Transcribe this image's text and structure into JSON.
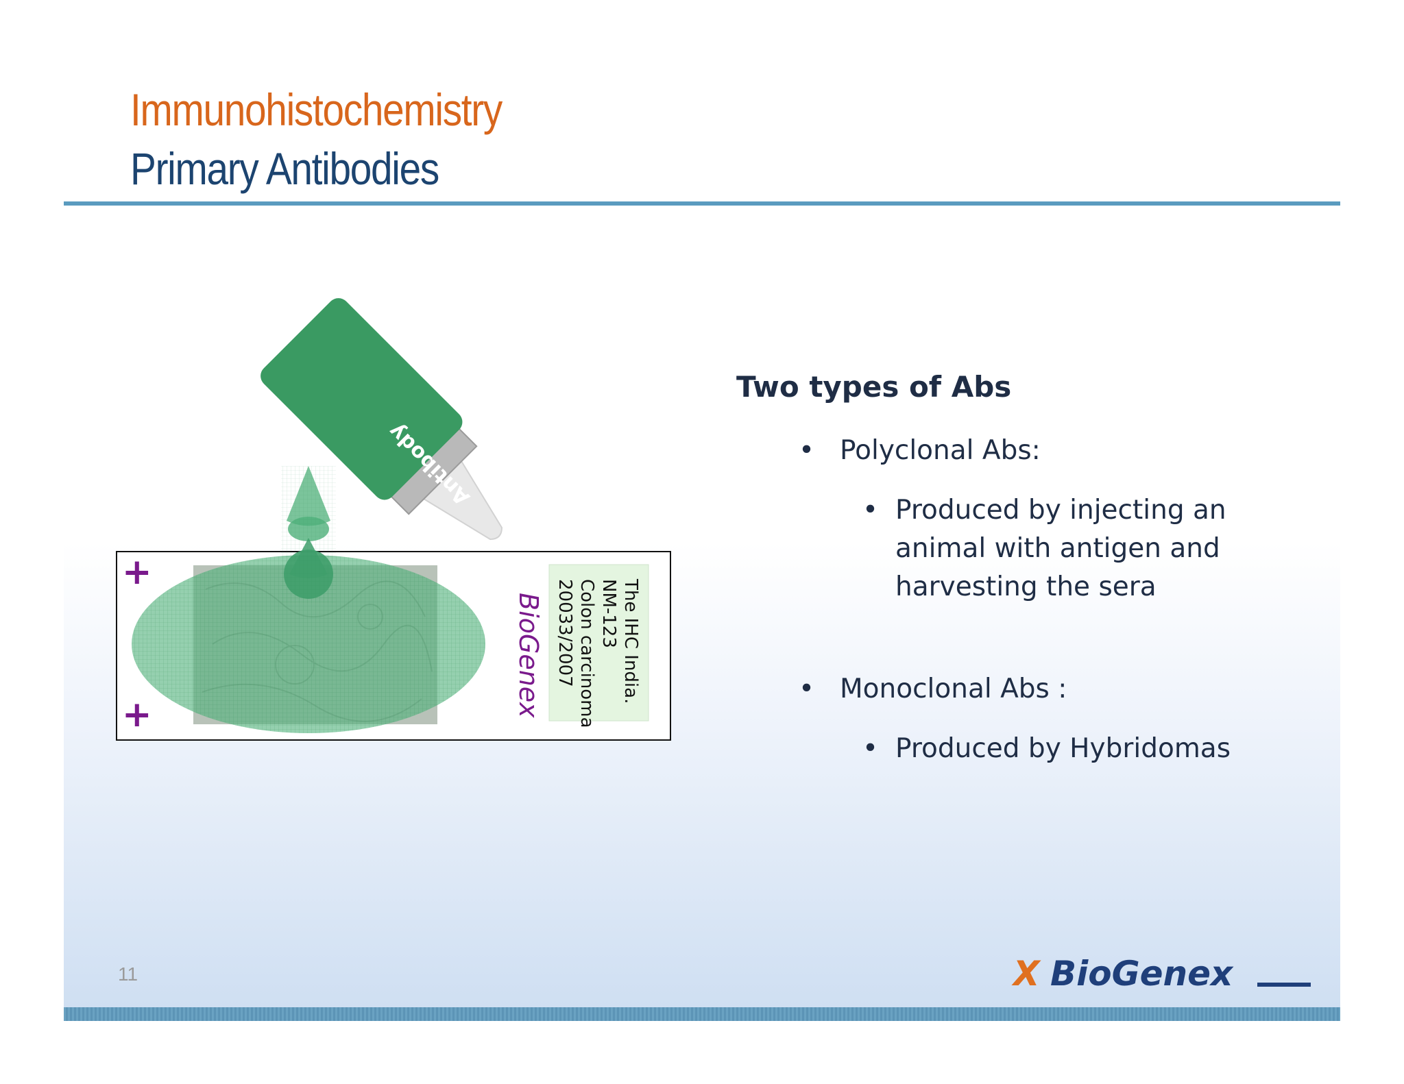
{
  "slide": {
    "title_line1": "Immunohistochemistry",
    "title_line2": "Primary Antibodies",
    "page_number": "11"
  },
  "illustration": {
    "bottle_label": "Antibody",
    "slide_brand": "BioGenex",
    "slide_label_lines": [
      "The IHC India.",
      "NM-123",
      "Colon carcinoma",
      "20033/2007"
    ],
    "plus_marks": [
      "+",
      "+"
    ]
  },
  "content": {
    "heading": "Two types of Abs",
    "bullets": [
      {
        "label": "Polyclonal Abs:",
        "sub": [
          "Produced by injecting an animal with antigen and harvesting the sera"
        ]
      },
      {
        "label": "Monoclonal Abs :",
        "sub": [
          "Produced by Hybridomas"
        ]
      }
    ],
    "bullet_glyph": "•"
  },
  "logo": {
    "text": "BioGenex",
    "mark": "X"
  },
  "colors": {
    "title_orange": "#d8661c",
    "title_blue": "#1c4470",
    "rule": "#5a9bbf",
    "antibody_green": "#3a9a62",
    "brand_purple": "#7a1a8c",
    "logo_orange": "#e07020",
    "logo_blue": "#1f3f7a"
  }
}
